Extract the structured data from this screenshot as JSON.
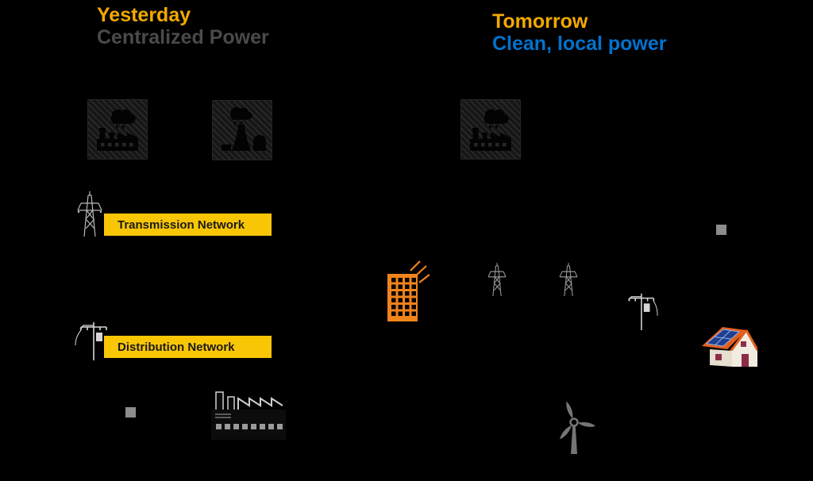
{
  "colors": {
    "background": "#000000",
    "title-gold": "#F2A900",
    "subtitle-gray": "#4A4A4C",
    "tomorrow-blue": "#0272CE",
    "banner-yellow": "#F9C606",
    "banner-text": "#1A1A1A",
    "building-orange": "#F0831C",
    "turbine-gray": "#757575",
    "square-gray": "#8C8C8C",
    "house-roof-orange": "#E2601C",
    "solar-panel-blue": "#203F8F",
    "house-accent-maroon": "#8E2C47"
  },
  "yesterday": {
    "title": "Yesterday",
    "subtitle": "Centralized Power"
  },
  "tomorrow": {
    "title": "Tomorrow",
    "subtitle": "Clean, local power"
  },
  "banners": {
    "transmission": "Transmission Network",
    "distribution": "Distribution Network"
  },
  "icons": {
    "left_column": [
      "fossil-power-plant-icon",
      "nuclear-power-plant-icon",
      "transmission-tower-icon",
      "utility-pole-icon",
      "grid-node-square",
      "factory-icon"
    ],
    "right_column": [
      "fossil-power-plant-icon",
      "office-building-icon",
      "transmission-tower-icon",
      "transmission-tower-icon",
      "utility-pole-icon",
      "grid-node-square",
      "solar-house-icon",
      "wind-turbine-icon"
    ]
  }
}
